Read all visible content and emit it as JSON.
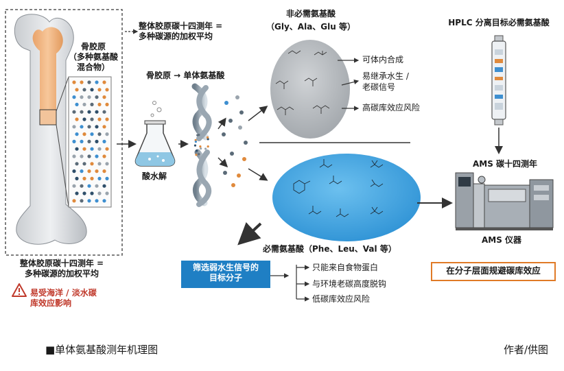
{
  "left": {
    "top_annotation": [
      "整体胶原碳十四测年 =",
      "多种碳源的加权平均"
    ],
    "collagen_label": [
      "骨胶原",
      "（多种氨基酸",
      "混合物）"
    ],
    "bottom_annotation": [
      "整体胶原碳十四测年 =",
      "多种碳源的加权平均"
    ],
    "warning_text": [
      "易受海洋 / 淡水碳",
      "库效应影响"
    ]
  },
  "hydrolysis": {
    "title": "骨胶原 → 单体氨基酸",
    "flask_label": "酸水解"
  },
  "nonessential": {
    "title": [
      "非必需氨基酸",
      "（Gly、Ala、Glu 等）"
    ],
    "notes": [
      "可体内合成",
      "易继承水生 /",
      "老碳信号",
      "高碳库效应风险"
    ]
  },
  "essential": {
    "title": "必需氨基酸（Phe、Leu、Val 等）",
    "target_box": [
      "筛选弱水生信号的",
      "目标分子"
    ],
    "notes": [
      "只能来自食物蛋白",
      "与环境老碳高度脱钩",
      "低碳库效应风险"
    ]
  },
  "right": {
    "hplc_label": "HPLC 分离目标必需氨基酸",
    "ams_title": "AMS 碳十四测年",
    "ams_instrument": "AMS 仪器",
    "result_box": "在分子层面规避碳库效应"
  },
  "caption": {
    "title": "■单体氨基酸测年机理图",
    "credit": "作者/供图"
  },
  "colors": {
    "accent_blue": "#1f7fc4",
    "accent_orange": "#e07a26",
    "warning_red": "#c0392b",
    "gray_ellipse": "#b9bcbf",
    "blue_ellipse": "#3fa4e0"
  }
}
